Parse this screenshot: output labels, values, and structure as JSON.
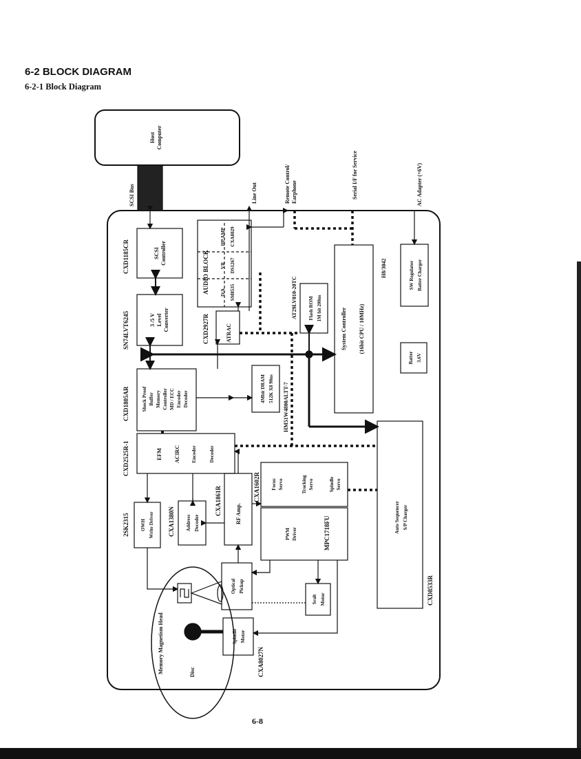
{
  "page": {
    "section_title": "6-2  BLOCK DIAGRAM",
    "subsection_title": "6-2-1  Block Diagram",
    "page_number": "6-8"
  },
  "diagram": {
    "host_computer": [
      "Host",
      "Computer"
    ],
    "scsi_bus": "SCSI Bus",
    "line_out": "Line Out",
    "remote_control": [
      "Remote Control/",
      "Earphone"
    ],
    "serial_if": "Serial I/F for Service",
    "ac_adapter": "AC Adapter (+6V)",
    "cxd1185cr": "CXD1185CR",
    "scsi_controller": [
      "SCSI",
      "Controller"
    ],
    "sn74lvt6245": "SN74LVT6245",
    "level_converter": [
      "3 /5 V",
      "Level",
      "Converter"
    ],
    "cxd1805ar": "CXD1805AR",
    "shock_proof": [
      "Shock Proof",
      "Buffer",
      "Memory",
      "Controller",
      "MD / ECC",
      "Encoder",
      "Decoder"
    ],
    "cxd2525r": "CXD2525R-1",
    "efm_block": [
      "EFM",
      "ACIRC",
      "Encoder",
      "Decoder"
    ],
    "audio_block": "AUDIO BLOCK",
    "da": [
      "D/A",
      "SM8535"
    ],
    "vr": [
      "VR",
      "DS1267"
    ],
    "hp_amp": [
      "HP AMP",
      "CXA8029"
    ],
    "cxd2927r": "CXD2927R",
    "atrac": "ATRAC",
    "at29lv010": "AT29LV010-20TC",
    "flash_rom": [
      "Flash ROM",
      "1M bit 200ns"
    ],
    "h8_3042": "H8/3042",
    "system_controller": [
      "System Controller",
      "(16bit  CPU /  10MHz)"
    ],
    "sw_regulator": [
      "SW Regulator",
      "Batter Charger"
    ],
    "batter": [
      "Batter",
      "3.6V"
    ],
    "dram": [
      "4Mbit DRAM",
      "512K X8  90ns"
    ],
    "hm51w4800": "HM51W4800ALTT-7",
    "auto_sequencer": [
      "Auto Sequencer",
      "S/P Charger"
    ],
    "cxd8533r": "CXD8533R",
    "cxa1602r": "CXA1602R",
    "focus_servo": [
      "Focus",
      "Servo"
    ],
    "tracking_servo": [
      "Tracking",
      "Servo"
    ],
    "spindle_servo": [
      "Spindle",
      "Servo"
    ],
    "pwm_driver": [
      "PWM",
      "Driver"
    ],
    "mpc1718fu": "MPC1718FU",
    "twosk2315": "2SK2315",
    "owh": [
      "OWH",
      "Write Driver"
    ],
    "cxa1380n": "CXA1380N",
    "address_decoder": [
      "Address",
      "Decoder"
    ],
    "cxa1861r": "CXA1861R",
    "rf_amp": "RF Amp.",
    "optical_pickup": [
      "Optical",
      "Pickup"
    ],
    "sralt_motor": [
      "Sralt",
      "Motor"
    ],
    "spindle_motor": [
      "Spindle",
      "Motor"
    ],
    "cxa8027n": "CXA8027N",
    "mm_head": "Memory Magnetism Head",
    "disc": "Disc"
  }
}
